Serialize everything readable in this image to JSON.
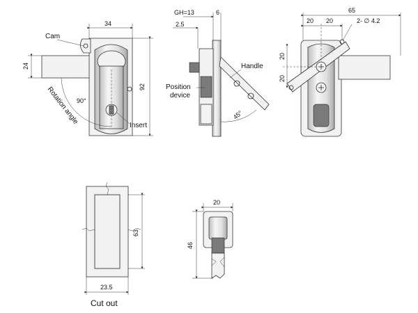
{
  "labels": {
    "cam": "Cam",
    "rotation": "Rotation angle",
    "insert": "Insert",
    "handle": "Handle",
    "position1": "Position",
    "position2": "device",
    "cutout": "Cut out"
  },
  "dims": {
    "front_width": "34",
    "front_height": "92",
    "cam_height": "24",
    "rot_angle": "90°",
    "gh": "GH=13",
    "side_6": "6",
    "side_25": "2.5",
    "handle_angle": "45°",
    "back_65": "65",
    "back_20a": "20",
    "back_20b": "20",
    "holes": "2- ∅ 4.2",
    "back_v20a": "20",
    "back_v20b": "20",
    "cut_63": "63",
    "cut_235": "23.5",
    "key_20": "20",
    "key_46": "46"
  },
  "colors": {
    "line": "#222222",
    "metal_light": "#f4f4f4",
    "metal_dark": "#9a9a9a"
  }
}
